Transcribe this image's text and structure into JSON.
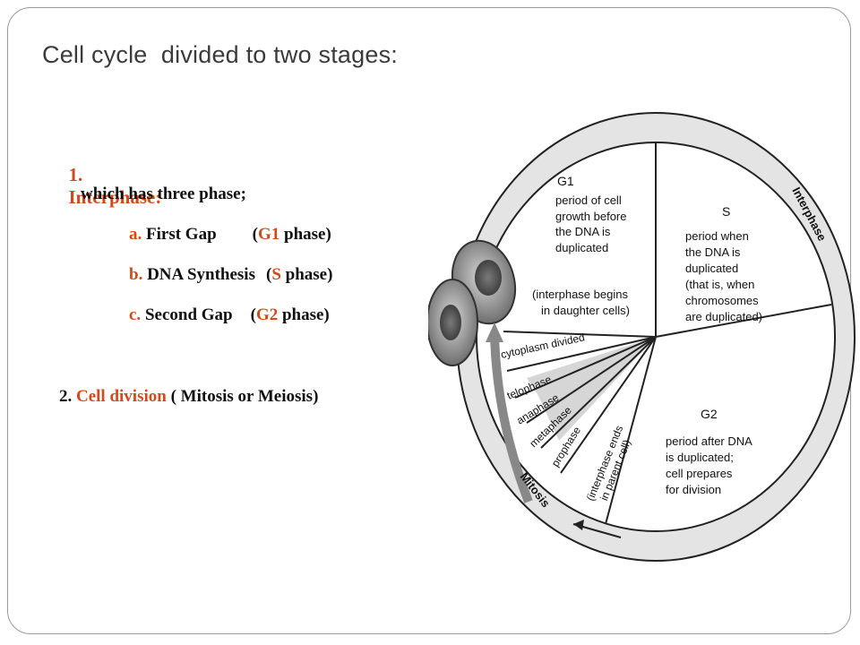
{
  "slide": {
    "title": "Cell cycle  divided to two stages:"
  },
  "list": {
    "item1": {
      "number": "1.",
      "label": "Interphase:"
    },
    "item1_sub": "which has three phase;",
    "phases": [
      {
        "letter": "a.",
        "name": "First Gap",
        "open": "(",
        "code": "G1",
        "rest": " phase)"
      },
      {
        "letter": "b.",
        "name": "DNA Synthesis",
        "open": "(",
        "code": "S",
        "rest": " phase)"
      },
      {
        "letter": "c.",
        "name": "Second Gap",
        "open": "(",
        "code": "G2",
        "rest": " phase)"
      }
    ],
    "item2": {
      "number": "2.",
      "label": "Cell division",
      "rest": " ( Mitosis or Meiosis)"
    }
  },
  "diagram": {
    "g1_title": "G1",
    "g1_text": [
      "period of cell",
      "growth before",
      "the DNA is",
      "duplicated"
    ],
    "g1_note": [
      "(interphase begins",
      "in daughter cells)"
    ],
    "s_title": "S",
    "s_text": [
      "period when",
      "the DNA is",
      "duplicated",
      "(that is, when",
      "chromosomes",
      "are duplicated)"
    ],
    "g2_title": "G2",
    "g2_text": [
      "period after DNA",
      "is duplicated;",
      "cell prepares",
      "for division"
    ],
    "cytoplasm": "cytoplasm divided",
    "telophase": "telophase",
    "anaphase": "anaphase",
    "metaphase": "metaphase",
    "prophase": "prophase",
    "interphase_ends": [
      "(interphase ends",
      "in parent cell)"
    ],
    "ring_interphase": "Interphase",
    "ring_mitosis": "Mitosis"
  }
}
